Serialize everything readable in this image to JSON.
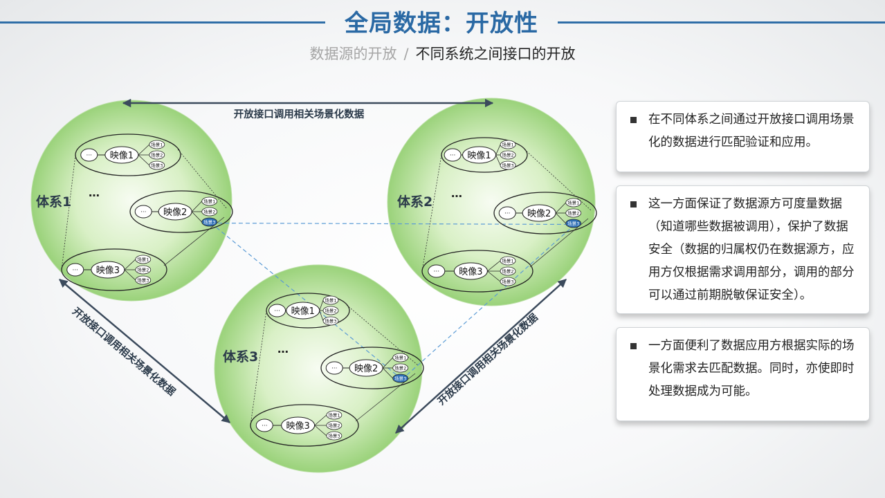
{
  "header": {
    "title": "全局数据：开放性",
    "subtitle_a": "数据源的开放",
    "subtitle_sep": "/",
    "subtitle_b": "不同系统之间接口的开放"
  },
  "diagram": {
    "systems": [
      {
        "label": "体系1"
      },
      {
        "label": "体系2"
      },
      {
        "label": "体系3"
      }
    ],
    "image_labels": [
      "映像1",
      "映像2",
      "映像3"
    ],
    "scene_labels": [
      "场景1",
      "场景2",
      "场景3"
    ],
    "ellipsis": "…",
    "node_dots": "···",
    "arrow_labels": {
      "top": "开放接口调用相关场景化数据",
      "left": "开放接口调用相关场景化数据",
      "right": "开放接口调用相关场景化数据"
    },
    "colors": {
      "circle_edge": "#9ad27a",
      "circle_center": "#f7fcf2",
      "arrow": "#3b4a5c",
      "highlight_scene": "#2e6fb5",
      "dashed_link": "#5b9bd5"
    }
  },
  "notes": [
    {
      "text": "在不同体系之间通过开放接口调用场景化的数据进行匹配验证和应用。"
    },
    {
      "text": "这一方面保证了数据源方可度量数据（知道哪些数据被调用），保护了数据安全（数据的归属权仍在数据源方，应用方仅根据需求调用部分，调用的部分可以通过前期脱敏保证安全）。"
    },
    {
      "text": "一方面便利了数据应用方根据实际的场景化需求去匹配数据。同时，亦使即时处理数据成为可能。"
    }
  ]
}
